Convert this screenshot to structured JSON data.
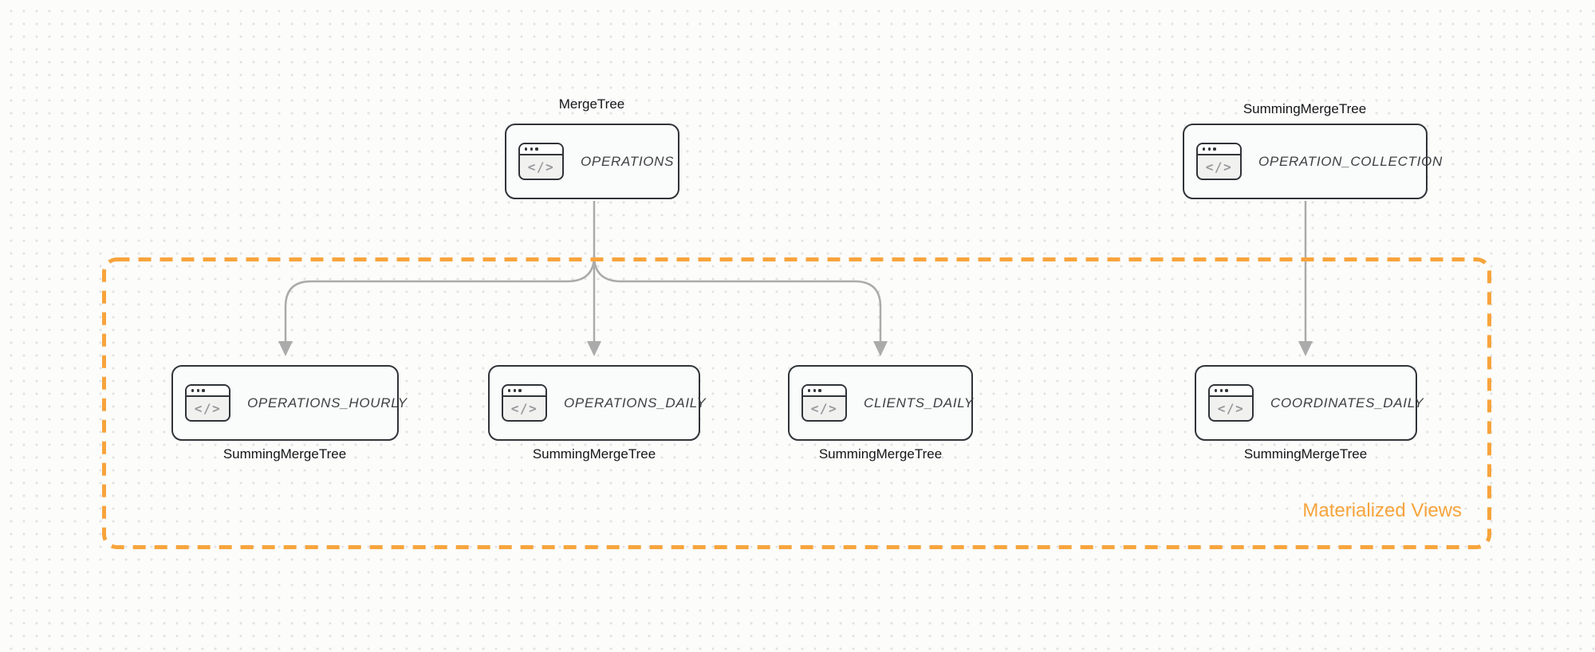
{
  "colors": {
    "accent_orange": "#f7a43c",
    "node_border": "#303438",
    "node_background": "#fafbfb",
    "connector_gray": "#ababab",
    "dot_grid": "#e3e3e6"
  },
  "icon": {
    "glyph": "</>"
  },
  "group": {
    "label": "Materialized Views"
  },
  "top_nodes": [
    {
      "engine": "MergeTree",
      "table": "OPERATIONS"
    },
    {
      "engine": "SummingMergeTree",
      "table": "OPERATION_COLLECTION"
    }
  ],
  "bottom_nodes": [
    {
      "table": "OPERATIONS_HOURLY",
      "engine": "SummingMergeTree"
    },
    {
      "table": "OPERATIONS_DAILY",
      "engine": "SummingMergeTree"
    },
    {
      "table": "CLIENTS_DAILY",
      "engine": "SummingMergeTree"
    },
    {
      "table": "COORDINATES_DAILY",
      "engine": "SummingMergeTree"
    }
  ]
}
